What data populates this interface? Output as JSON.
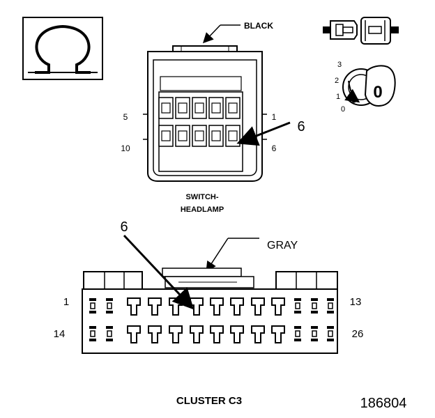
{
  "colors": {
    "ink": "#000000",
    "paper": "#ffffff"
  },
  "icons": {
    "ohm": "ohmmeter-symbol-icon",
    "key": "ignition-key-icon",
    "plug": "connector-plug-icon"
  },
  "ohm_symbol": "Ω",
  "ignition": {
    "positions": [
      "3",
      "2",
      "1",
      "0"
    ],
    "key_label": "0"
  },
  "switch_connector": {
    "color_label": "BLACK",
    "title_line1": "SWITCH-",
    "title_line2": "HEADLAMP",
    "pin_top_left": "5",
    "pin_top_right": "1",
    "pin_bottom_left": "10",
    "pin_bottom_right": "6",
    "callout": "6"
  },
  "cluster_connector": {
    "color_label": "GRAY",
    "title": "CLUSTER C3",
    "pin_top_left": "1",
    "pin_top_right": "13",
    "pin_bottom_left": "14",
    "pin_bottom_right": "26",
    "callout": "6"
  },
  "figure_number": "186804"
}
